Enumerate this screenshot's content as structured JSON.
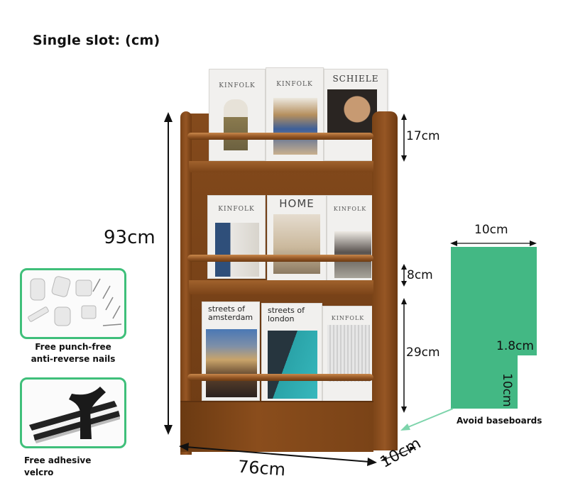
{
  "title": "Single slot:  (cm)",
  "dimensions": {
    "height": "93cm",
    "width": "76cm",
    "depth": "10cm",
    "top_slot": "17cm",
    "gap": "8cm",
    "bottom_slot": "29cm"
  },
  "profile": {
    "width": "10cm",
    "notch_depth": "1.8cm",
    "notch_height": "10cm",
    "caption": "Avoid baseboards",
    "color": "#43b884"
  },
  "accessories": [
    {
      "caption_line1": "Free punch-free",
      "caption_line2": "anti-reverse nails"
    },
    {
      "caption": "Free adhesive velcro"
    }
  ],
  "magazines": {
    "top": [
      "KINFOLK",
      "KINFOLK",
      "SCHIELE"
    ],
    "middle": [
      "KINFOLK",
      "HOME",
      "KINFOLK"
    ],
    "bottom": [
      "streets of amsterdam",
      "streets of london",
      "KINFOLK"
    ]
  },
  "colors": {
    "accent_green": "#3fbf7a",
    "wood": "#7a4317"
  }
}
